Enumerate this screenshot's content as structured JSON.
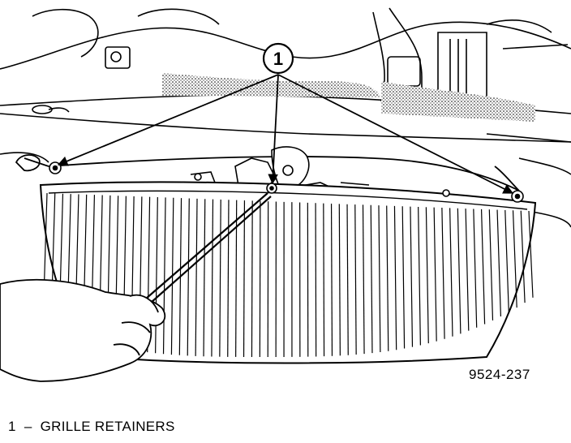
{
  "callout": {
    "number": "1"
  },
  "figure_number": "9524-237",
  "legend": [
    {
      "number": "1",
      "separator": "–",
      "text": "GRILLE RETAINERS"
    }
  ],
  "colors": {
    "ink": "#000000",
    "paper": "#ffffff",
    "screen": "#bdbdbd"
  }
}
